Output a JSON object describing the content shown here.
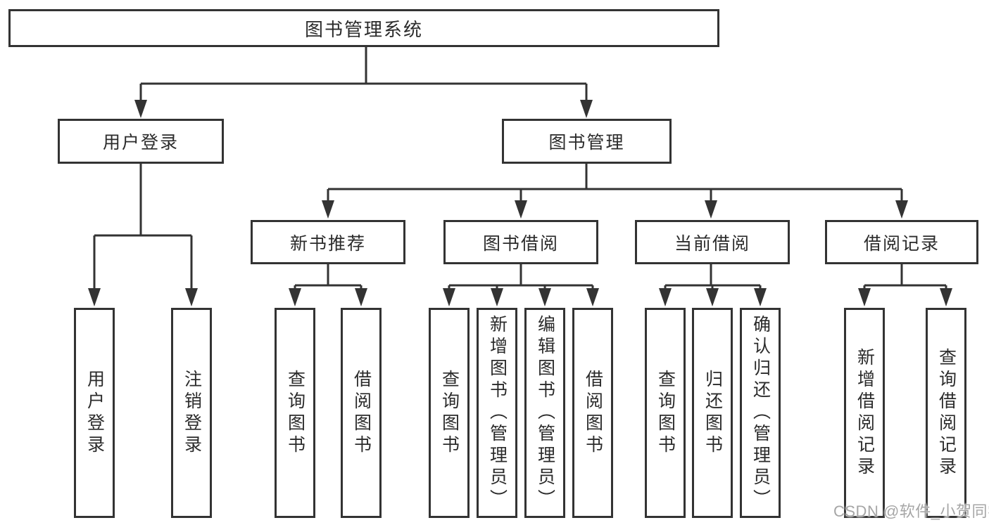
{
  "nodes": {
    "root": "图书管理系统",
    "login": "用户登录",
    "mgmt": "图书管理",
    "groups": [
      "新书推荐",
      "图书借阅",
      "当前借阅",
      "借阅记录"
    ],
    "login_children": [
      "用户登录",
      "注销登录"
    ],
    "group_children": [
      [
        "查询图书",
        "借阅图书"
      ],
      [
        "查询图书",
        "新增图书（管理员）",
        "编辑图书（管理员）",
        "借阅图书"
      ],
      [
        "查询图书",
        "归还图书",
        "确认归还（管理员）"
      ],
      [
        "新增借阅记录",
        "查询借阅记录"
      ]
    ]
  },
  "watermark": {
    "text": "CSDN @软件_小贺同学"
  },
  "colors": {
    "line": "#333333",
    "text": "#2b2b2b",
    "watermark": "#a6a6a6",
    "background": "#ffffff"
  }
}
